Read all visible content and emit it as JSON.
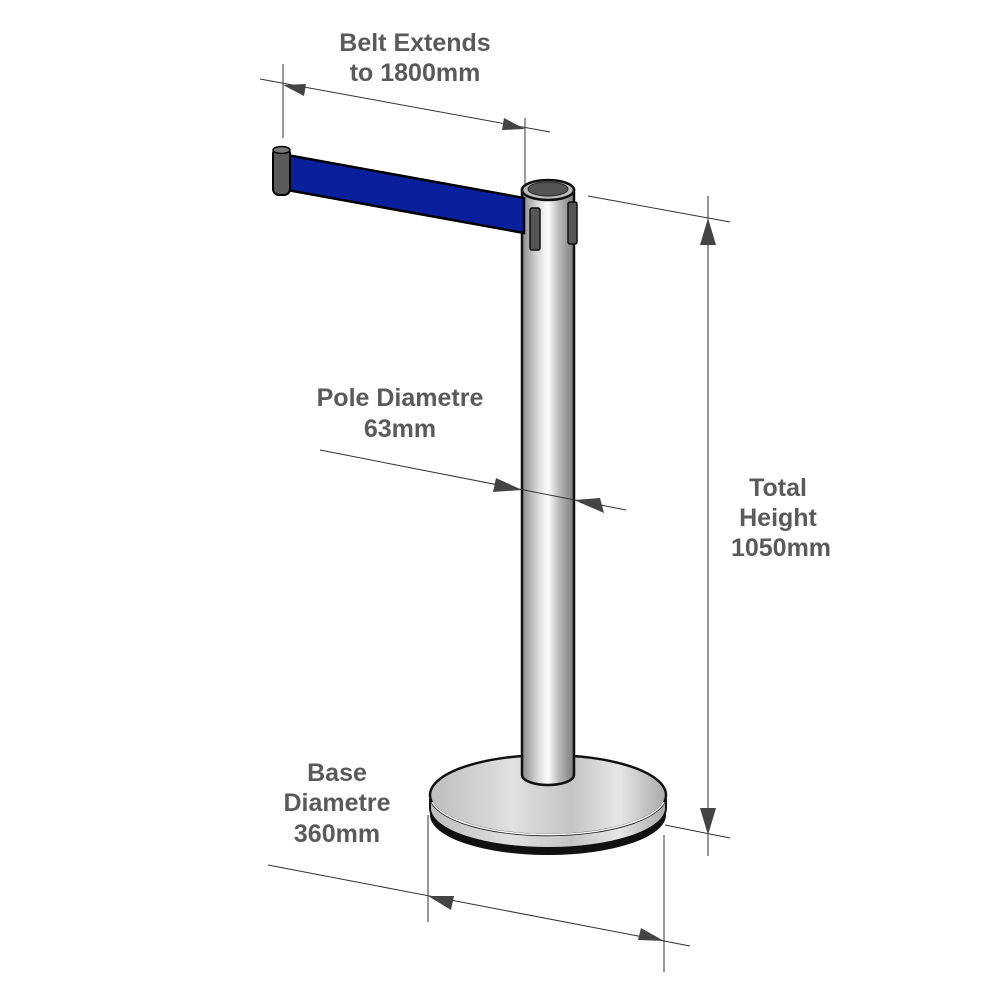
{
  "labels": {
    "belt": [
      "Belt Extends",
      "to 1800mm"
    ],
    "pole": [
      "Pole Diametre",
      "63mm"
    ],
    "height": [
      "Total",
      "Height",
      "1050mm"
    ],
    "base": [
      "Base",
      "Diametre",
      "360mm"
    ]
  },
  "colors": {
    "belt": "#0a1f9c",
    "metal": "#c8c8c8",
    "cap": "#555555",
    "text": "#5a5a5a"
  }
}
